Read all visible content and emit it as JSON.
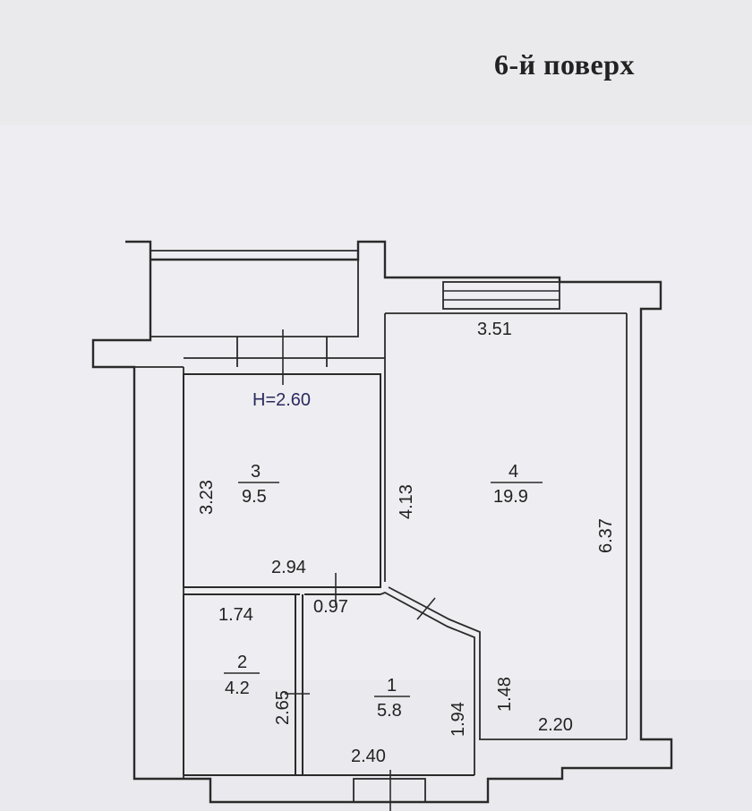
{
  "title": "6-й поверх",
  "height_label": "H=2.60",
  "rooms": [
    {
      "id": "3",
      "area": "9.5"
    },
    {
      "id": "4",
      "area": "19.9"
    },
    {
      "id": "2",
      "area": "4.2"
    },
    {
      "id": "1",
      "area": "5.8"
    }
  ],
  "dimensions": {
    "d351": "3.51",
    "d323": "3.23",
    "d413": "4.13",
    "d637": "6.37",
    "d294": "2.94",
    "d174": "1.74",
    "d097": "0.97",
    "d265": "2.65",
    "d194": "1.94",
    "d148": "1.48",
    "d220": "2.20",
    "d240": "2.40"
  }
}
